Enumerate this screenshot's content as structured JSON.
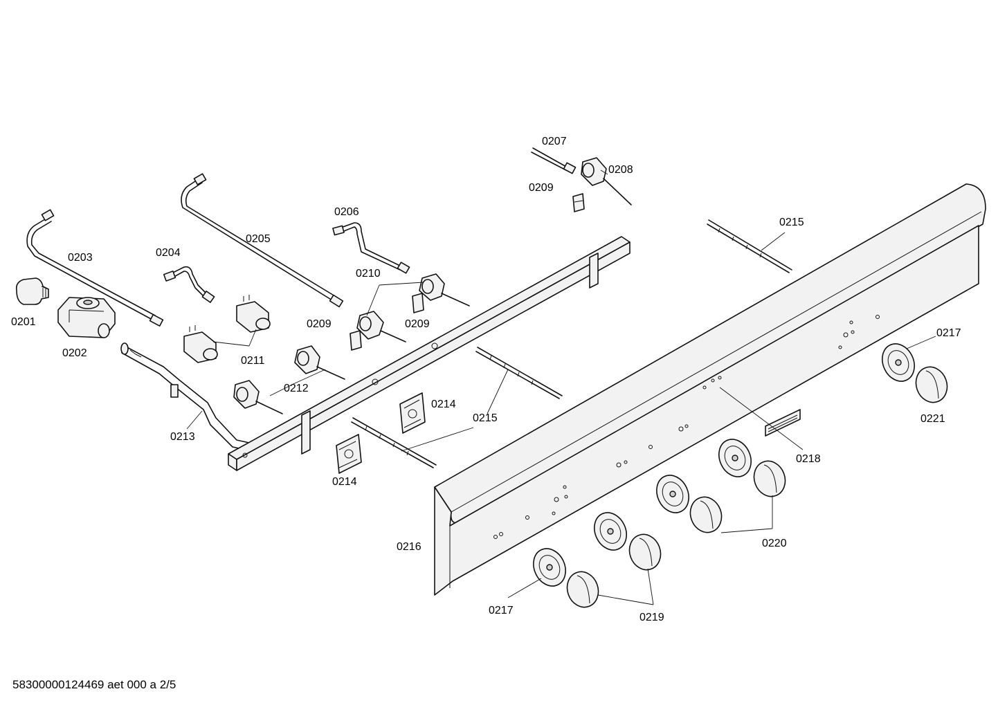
{
  "callouts": {
    "c0201": "0201",
    "c0202": "0202",
    "c0203": "0203",
    "c0204": "0204",
    "c0205": "0205",
    "c0206": "0206",
    "c0207": "0207",
    "c0208": "0208",
    "c0209_a": "0209",
    "c0209_b": "0209",
    "c0209_c": "0209",
    "c0210": "0210",
    "c0211": "0211",
    "c0212": "0212",
    "c0213": "0213",
    "c0214_a": "0214",
    "c0214_b": "0214",
    "c0215_a": "0215",
    "c0215_b": "0215",
    "c0216": "0216",
    "c0217_a": "0217",
    "c0217_b": "0217",
    "c0218": "0218",
    "c0219": "0219",
    "c0220": "0220",
    "c0221": "0221"
  },
  "footer": {
    "doc_reference": "58300000124469 aet 000 a 2/5"
  },
  "colors": {
    "line": "#111111",
    "part_fill": "#f2f2f2",
    "background": "#ffffff"
  }
}
